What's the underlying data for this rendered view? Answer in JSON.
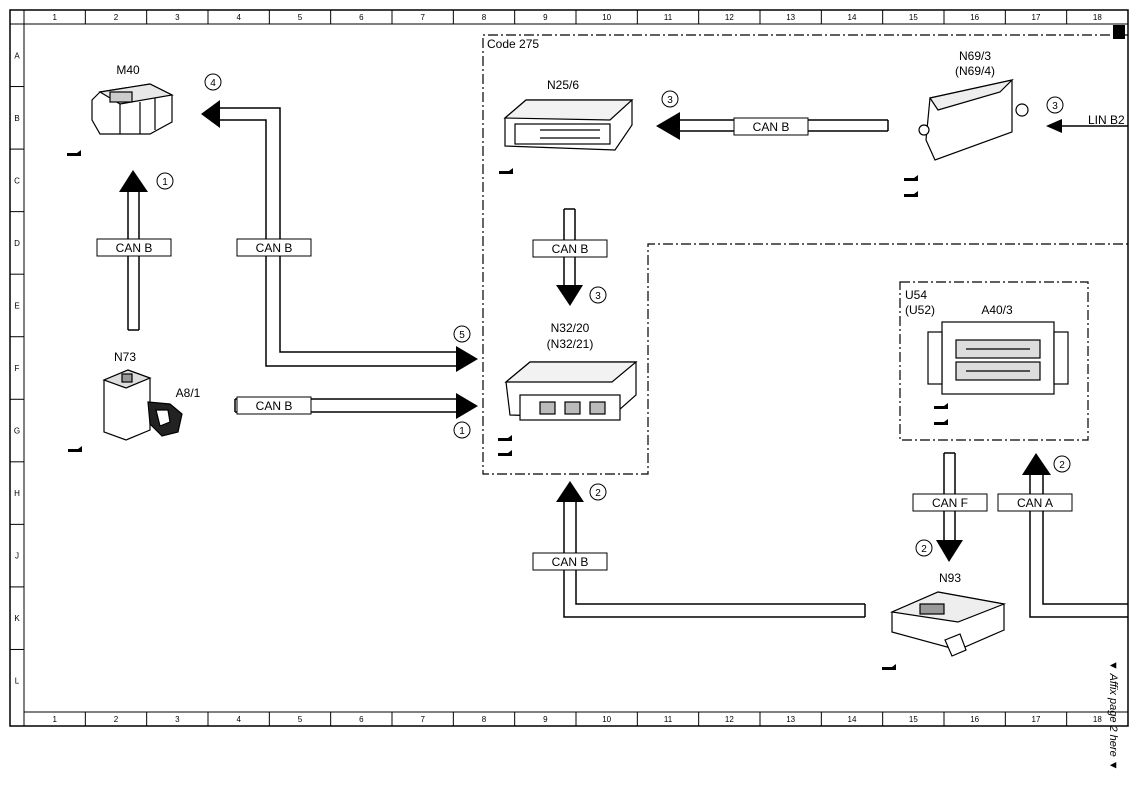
{
  "page": {
    "code_label": "Code 275",
    "side_note": "▼ Affix page 2 here ▼"
  },
  "grid": {
    "columns": [
      "1",
      "2",
      "3",
      "4",
      "5",
      "6",
      "7",
      "8",
      "9",
      "10",
      "11",
      "12",
      "13",
      "14",
      "15",
      "16",
      "17",
      "18"
    ],
    "rows": [
      "A",
      "B",
      "C",
      "D",
      "E",
      "F",
      "G",
      "H",
      "J",
      "K",
      "L"
    ]
  },
  "components": {
    "m40": "M40",
    "n73": "N73",
    "a8_1": "A8/1",
    "n25_6": "N25/6",
    "n69_3": "N69/3",
    "n69_4": "(N69/4)",
    "n32_20": "N32/20",
    "n32_21": "(N32/21)",
    "u54": "U54",
    "u52": "(U52)",
    "a40_3": "A40/3",
    "n93": "N93"
  },
  "buses": {
    "can_b": "CAN B",
    "can_f": "CAN F",
    "can_a": "CAN A",
    "lin_b2": "LIN B2"
  },
  "markers": {
    "one": "1",
    "two": "2",
    "three": "3",
    "four": "4",
    "five": "5"
  }
}
